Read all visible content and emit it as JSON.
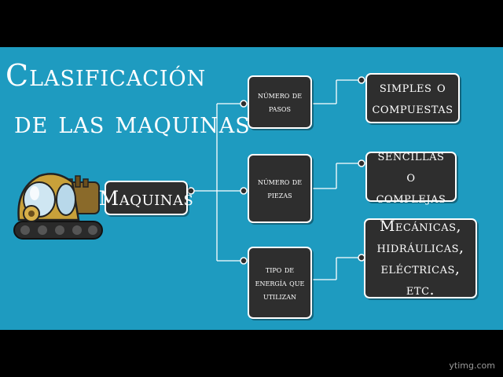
{
  "title_line1": "Clasificación",
  "title_line2": "de las maquinas",
  "root": "Maquinas",
  "branches": [
    {
      "label": "número de pasos",
      "leaf": "simples o compuestas"
    },
    {
      "label": "número de piezas",
      "leaf": "sencillas o complejas"
    },
    {
      "label": "tipo de energía que utilizan",
      "leaf": "Mecánicas, hidráulicas, eléctricas, etc."
    }
  ],
  "footer": "ytimg.com",
  "colors": {
    "background": "#1e9bc0",
    "box": "#2e2e2e",
    "line": "#ffffff"
  },
  "icons": [
    "steampunk-machine-icon"
  ]
}
